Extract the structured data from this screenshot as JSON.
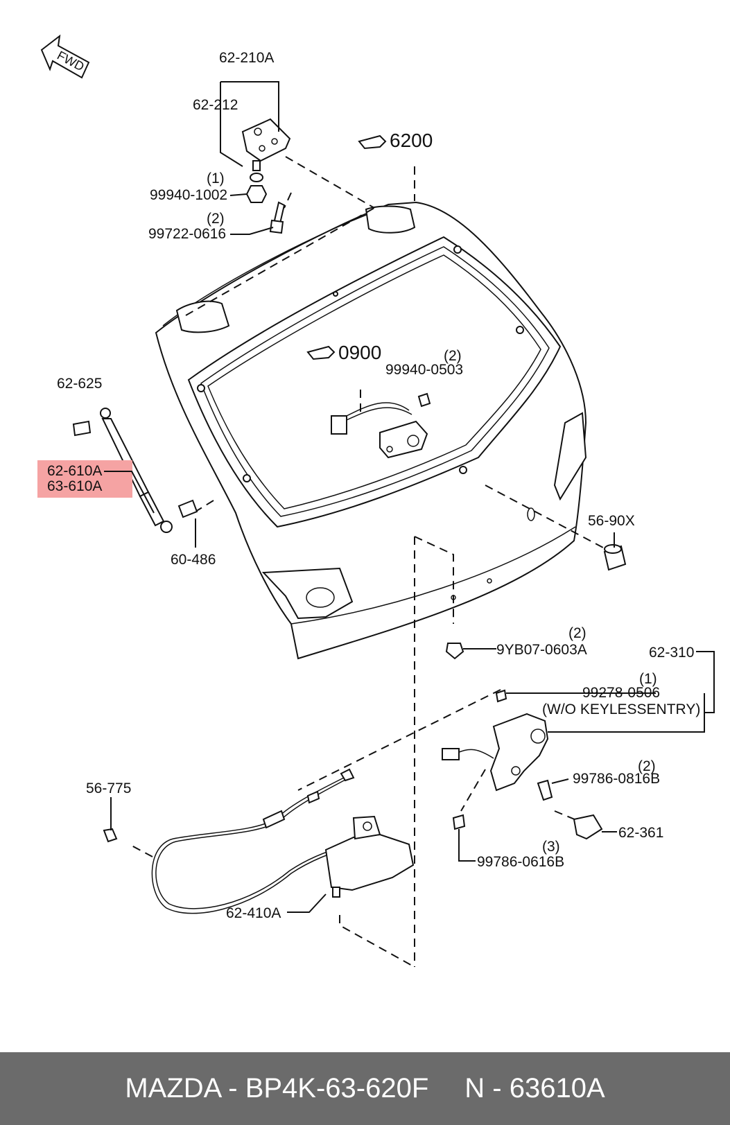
{
  "callouts": {
    "fwd": "FWD",
    "ref_6200": "6200",
    "ref_0900": "0900",
    "p_62_210A": "62-210A",
    "p_62_212": "62-212",
    "q_1a": "(1)",
    "p_99940_1002": "99940-1002",
    "q_2a": "(2)",
    "p_99722_0616": "99722-0616",
    "p_62_625": "62-625",
    "p_62_610A": "62-610A",
    "p_63_610A": "63-610A",
    "p_60_486": "60-486",
    "q_2b": "(2)",
    "p_99940_0503": "99940-0503",
    "p_56_90X": "56-90X",
    "q_2c": "(2)",
    "p_9YB07_0603A": "9YB07-0603A",
    "p_62_310": "62-310",
    "q_1b": "(1)",
    "p_99278_0506": "99278-0506",
    "note_keyless": "(W/O KEYLESSENTRY)",
    "q_2d": "(2)",
    "p_99786_0816B": "99786-0816B",
    "p_62_361": "62-361",
    "q_3": "(3)",
    "p_99786_0616B": "99786-0616B",
    "p_56_775": "56-775",
    "p_62_410A": "62-410A"
  },
  "highlight_color": "#f5a3a3",
  "footer": {
    "brand_part": "MAZDA - BP4K-63-620F",
    "cross_ref": "N - 63610A"
  }
}
